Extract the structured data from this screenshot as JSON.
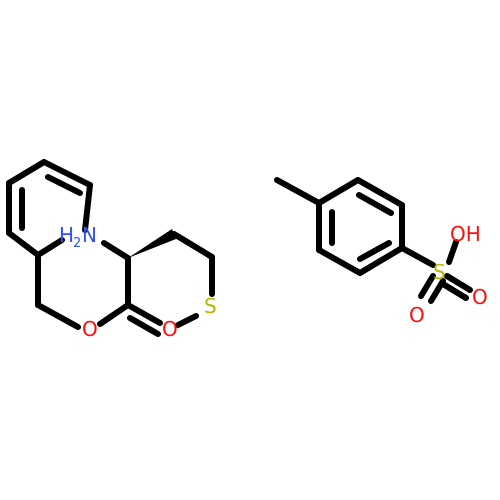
{
  "colors": {
    "bond": "#000000",
    "nitrogen": "#3050F8",
    "oxygen": "#FF0D0D",
    "sulfur": "#B8B800"
  },
  "atoms": {
    "amine_h": "H",
    "amine_h_count": "2",
    "amine_n": "N",
    "ester_o": "O",
    "carbonyl_o": "O",
    "thioether_s": "S",
    "sulfonyl_s": "S",
    "hydroxyl": "OH",
    "sulfonyl_o_1": "O",
    "sulfonyl_o_2": "O"
  }
}
